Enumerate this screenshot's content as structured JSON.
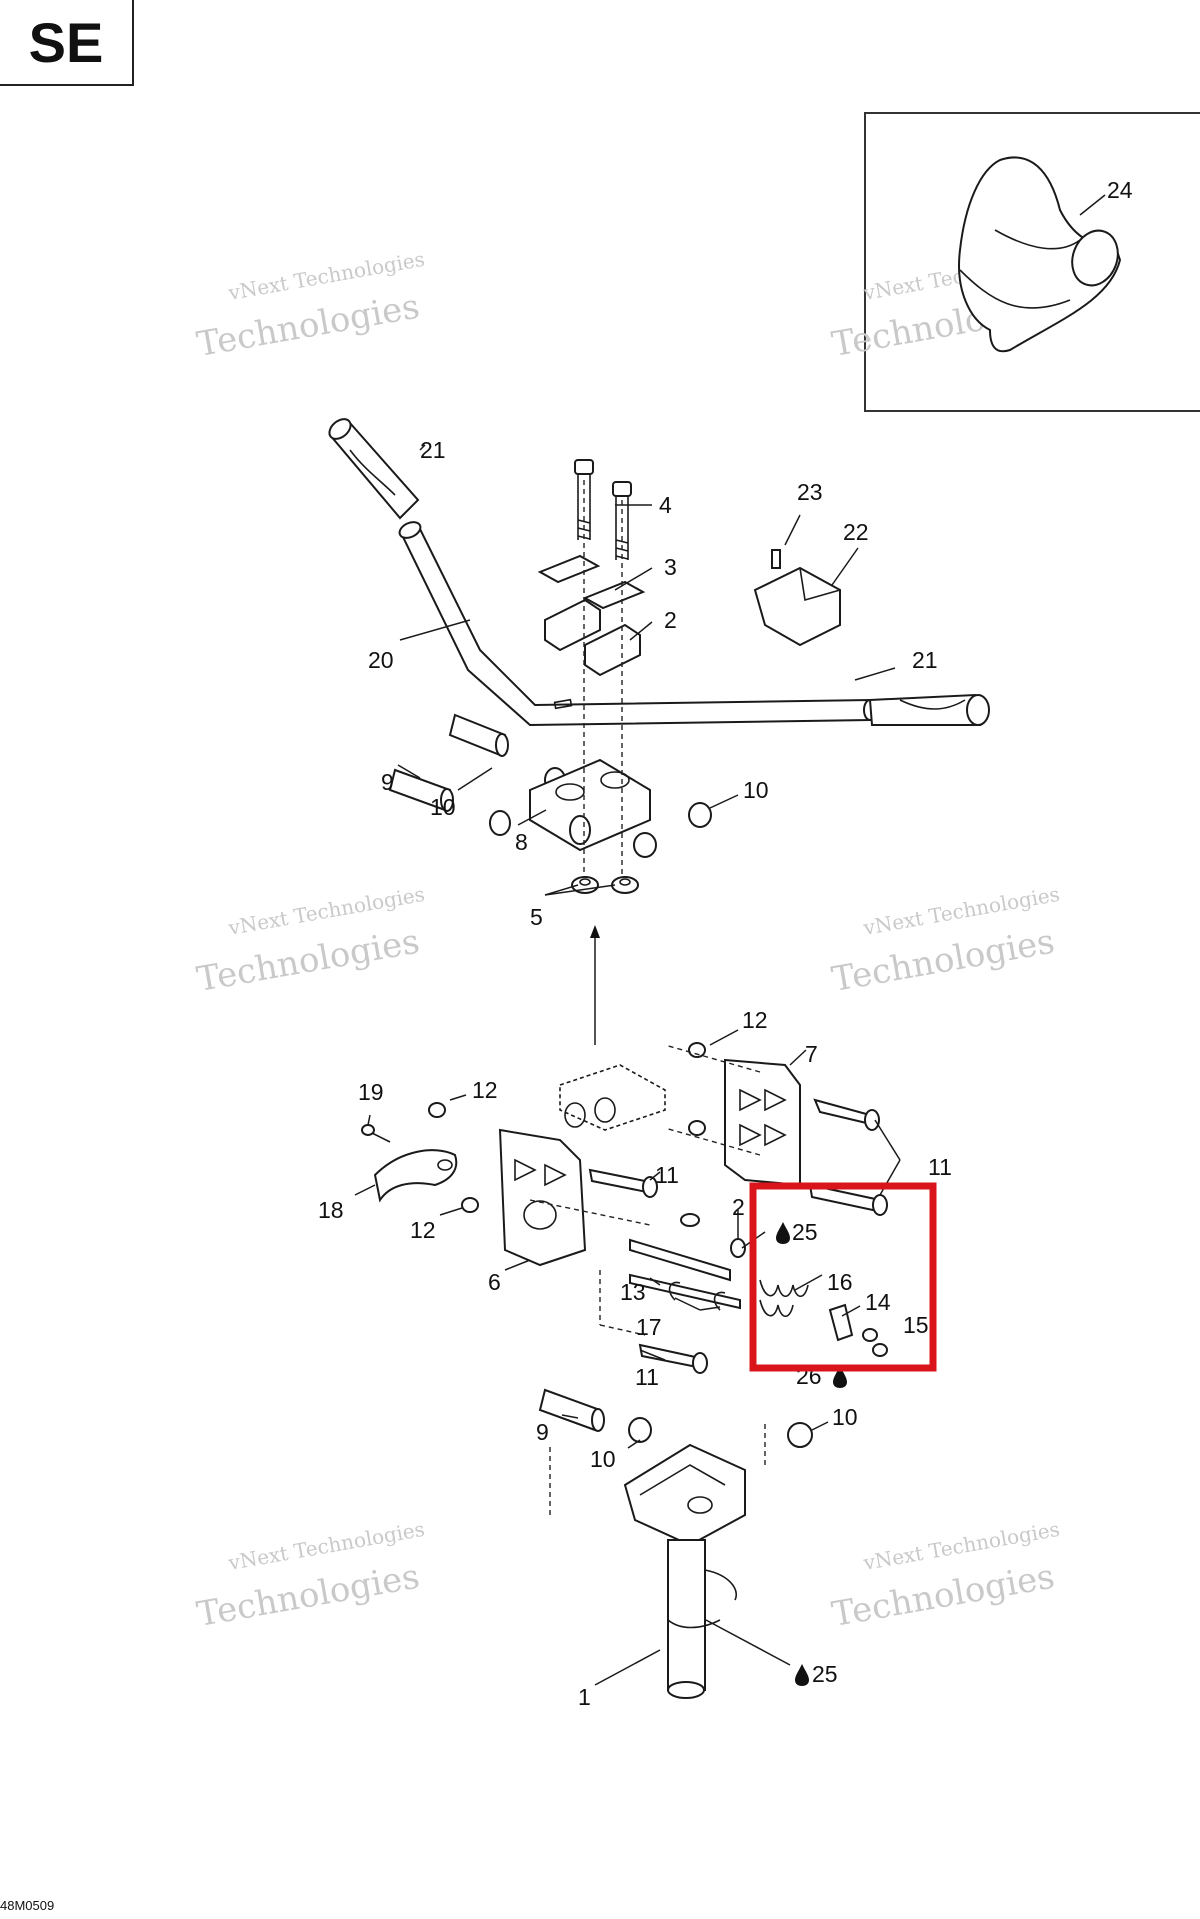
{
  "page_label": "SE",
  "diagram_code": "48M0509",
  "watermark": {
    "line1": "vNext Technologies",
    "line2": "Technologies"
  },
  "highlight_color": "#d9141a",
  "callouts": {
    "c24": "24",
    "c21a": "21",
    "c4": "4",
    "c23": "23",
    "c22": "22",
    "c3": "3",
    "c2a": "2",
    "c20": "20",
    "c21b": "21",
    "c9a": "9",
    "c10a": "10",
    "c10b": "10",
    "c8": "8",
    "c5": "5",
    "c12a": "12",
    "c7": "7",
    "c19": "19",
    "c12b": "12",
    "c11a": "11",
    "c11b": "11",
    "c18": "18",
    "c12c": "12",
    "c2b": "2",
    "c25a": "25",
    "c16": "16",
    "c6": "6",
    "c13": "13",
    "c14": "14",
    "c15": "15",
    "c17": "17",
    "c11c": "11",
    "c26": "26",
    "c9b": "9",
    "c10c": "10",
    "c10d": "10",
    "c25b": "25",
    "c1": "1"
  }
}
